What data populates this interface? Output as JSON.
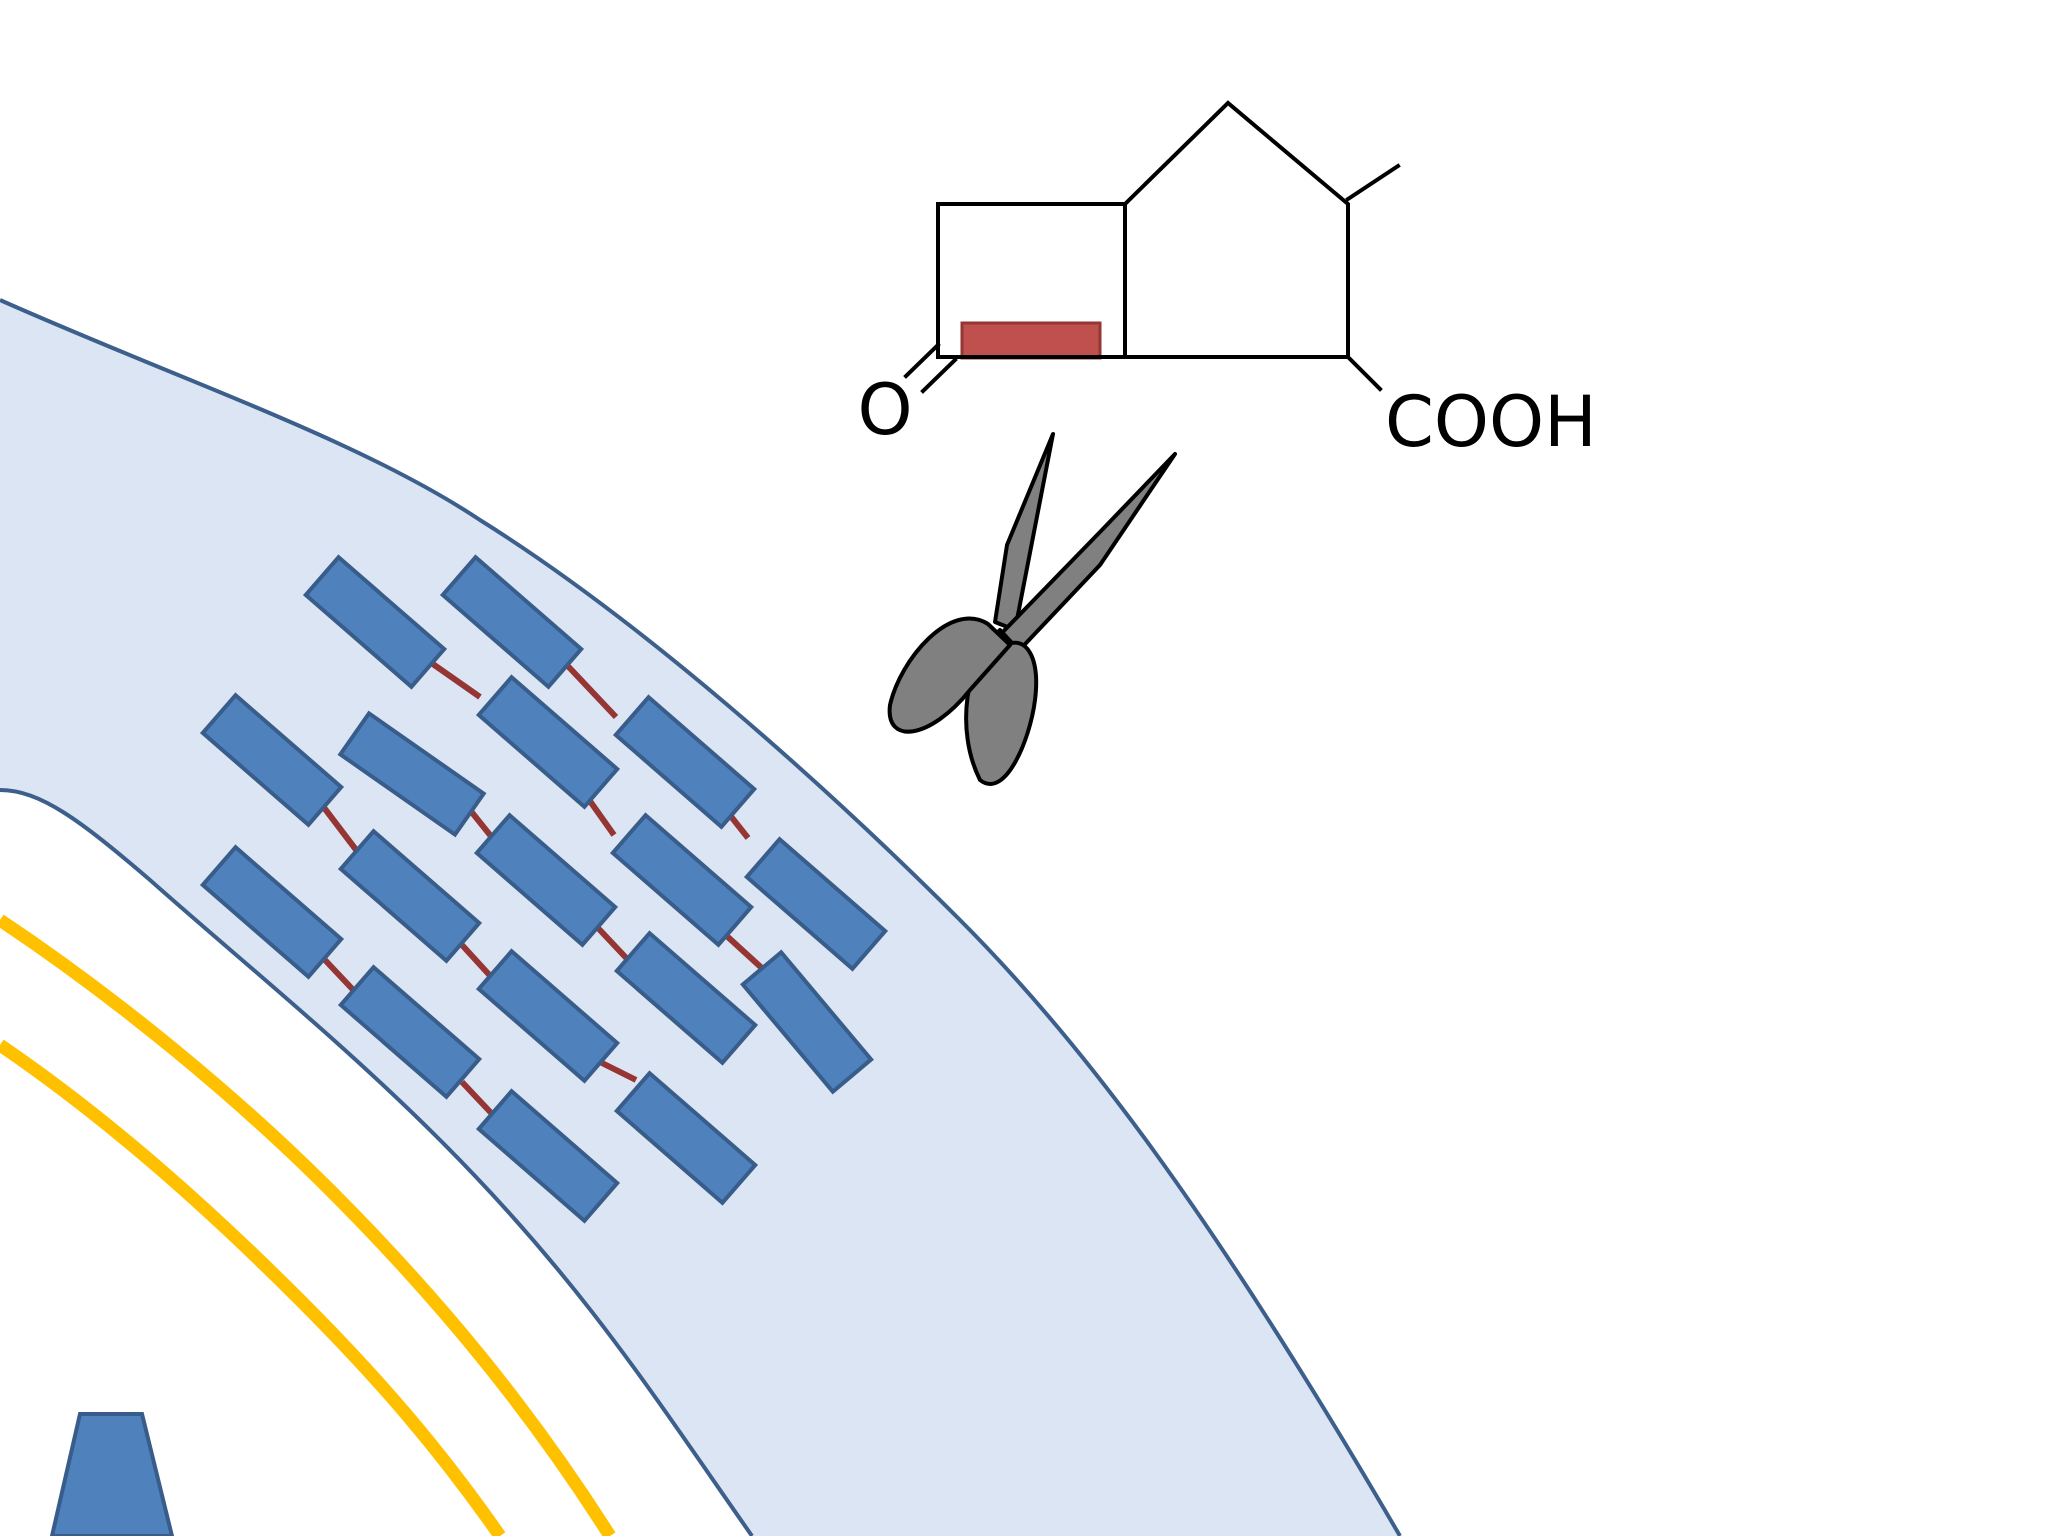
{
  "diagram": {
    "molecule": {
      "carbonyl_label": "O",
      "acid_label": "COOH",
      "bond_highlight": "beta-lactam-amide-bond"
    },
    "colors": {
      "background": "#ffffff",
      "cell_wall_fill": "#dce5f3",
      "cell_wall_stroke": "#3c5f8c",
      "glycan_block_fill": "#4f81bd",
      "glycan_block_stroke": "#385d8a",
      "crosslink": "#963634",
      "membrane": "#ffc000",
      "bond_highlight": "#c0504d",
      "scissors_fill": "#808080",
      "line": "#000000"
    },
    "icons": [
      "scissors-icon",
      "membrane-protein-icon"
    ]
  }
}
